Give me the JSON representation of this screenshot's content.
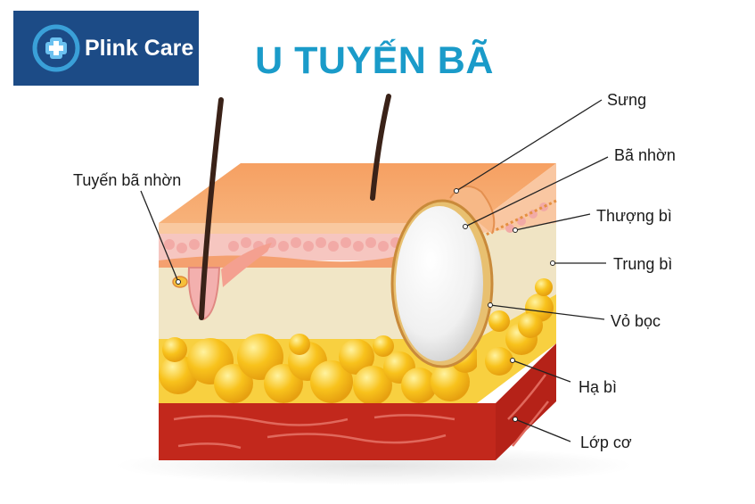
{
  "brand": {
    "name": "Plink Care"
  },
  "title": "U TUYẾN BÃ",
  "labels": {
    "sebaceous_gland": "Tuyến bã nhờn",
    "swelling": "Sưng",
    "sebum": "Bã nhờn",
    "epidermis": "Thượng bì",
    "dermis": "Trung bì",
    "capsule": "Vỏ bọc",
    "hypodermis": "Hạ bì",
    "muscle": "Lớp cơ"
  },
  "colors": {
    "brand_bg": "#1c4b86",
    "title": "#1a9bc9",
    "epidermis_top": "#f7a568",
    "dermis": "#f1e6c6",
    "fat": "#f8c21c",
    "muscle": "#c2281c",
    "cyst": "#f4f4f4"
  }
}
